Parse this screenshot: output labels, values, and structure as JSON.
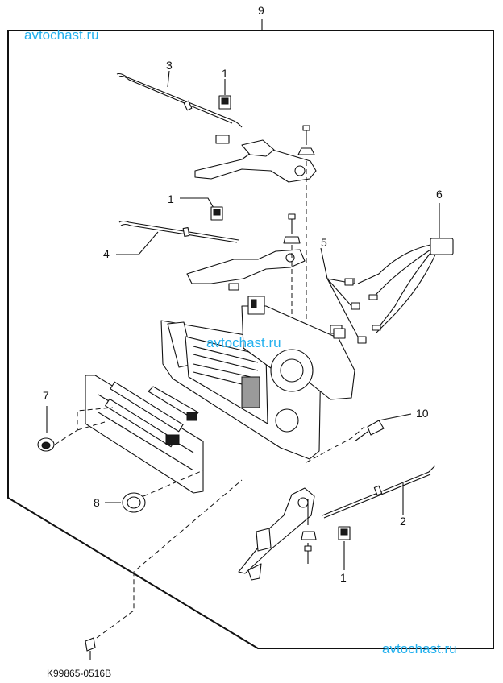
{
  "diagram": {
    "callouts": {
      "c1_top": "1",
      "c1_mid": "1",
      "c1_bottom": "1",
      "c2": "2",
      "c3": "3",
      "c4": "4",
      "c5": "5",
      "c6": "6",
      "c7": "7",
      "c8": "8",
      "c9": "9",
      "c10": "10"
    },
    "watermarks": {
      "top_left": "avtochast.ru",
      "center": "avtochast.ru",
      "bottom_right": "avtochast.ru"
    },
    "part_code": "K99865-0516B"
  }
}
